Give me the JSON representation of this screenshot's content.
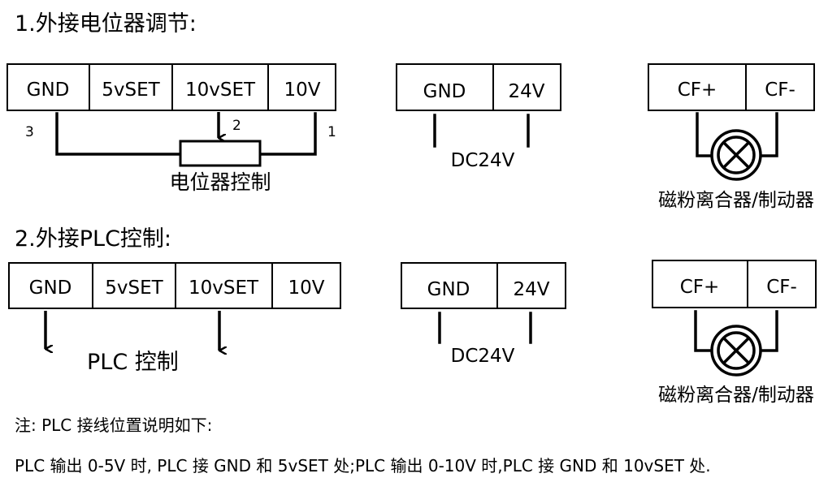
{
  "section1": {
    "title": "1.外接电位器调节:",
    "terminals": [
      "GND",
      "5vSET",
      "10vSET",
      "10V"
    ],
    "pin_labels": [
      "3",
      "2",
      "1"
    ],
    "resistor_label": "电位器控制",
    "power_terminals": [
      "GND",
      "24V"
    ],
    "power_label": "DC24V",
    "cf_terminals": [
      "CF+",
      "CF-"
    ],
    "load_label": "磁粉离合器/制动器"
  },
  "section2": {
    "title": "2.外接PLC控制:",
    "terminals": [
      "GND",
      "5vSET",
      "10vSET",
      "10V"
    ],
    "plc_label": "PLC 控制",
    "power_terminals": [
      "GND",
      "24V"
    ],
    "power_label": "DC24V",
    "cf_terminals": [
      "CF+",
      "CF-"
    ],
    "load_label": "磁粉离合器/制动器"
  },
  "notes": {
    "line1": "注:   PLC 接线位置说明如下:",
    "line2": "PLC 输出 0-5V 时, PLC 接 GND 和 5vSET 处;PLC 输出 0-10V 时,PLC 接 GND 和 10vSET 处."
  }
}
